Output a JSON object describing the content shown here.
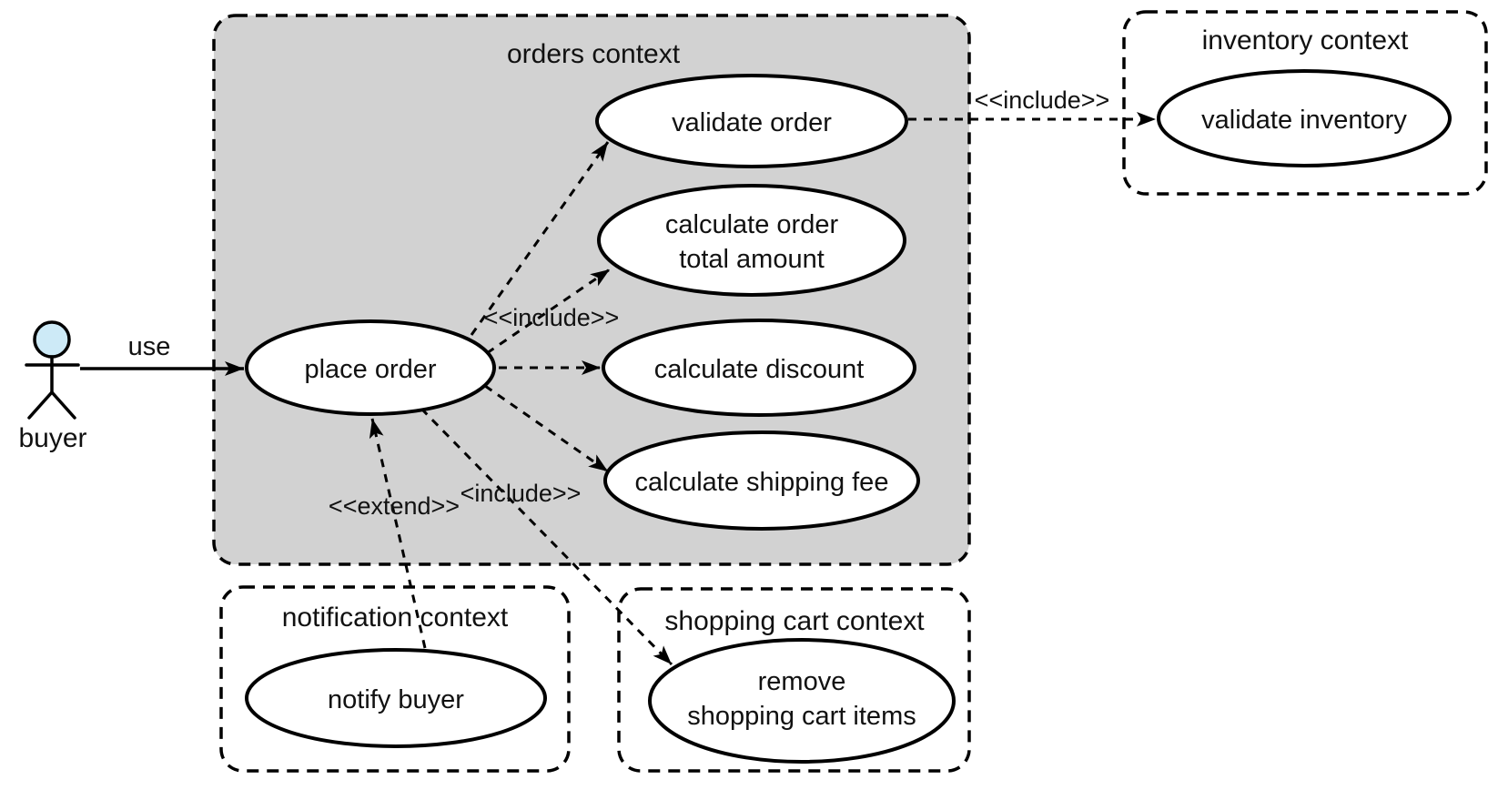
{
  "actor": {
    "label": "buyer"
  },
  "edges": {
    "use_label": "use",
    "include_inventory_label": "<<include>>",
    "include_fan_label": "<<include>>",
    "include_cart_label": "<include>>",
    "extend_label": "<<extend>>"
  },
  "contexts": {
    "orders": {
      "title": "orders context",
      "use_cases": {
        "place_order": "place order",
        "validate_order": "validate order",
        "calculate_order_total_line1": "calculate order",
        "calculate_order_total_line2": "total amount",
        "calculate_discount": "calculate discount",
        "calculate_shipping_fee": "calculate shipping fee"
      }
    },
    "inventory": {
      "title": "inventory context",
      "use_cases": {
        "validate_inventory": "validate inventory"
      }
    },
    "notification": {
      "title": "notification context",
      "use_cases": {
        "notify_buyer": "notify buyer"
      }
    },
    "shopping_cart": {
      "title": "shopping cart context",
      "use_cases": {
        "remove_line1": "remove",
        "remove_line2": "shopping cart items"
      }
    }
  },
  "colors": {
    "context_fill": "#d2d2d2",
    "plain_fill": "#ffffff",
    "actor_head_fill": "#cdeaf7",
    "stroke": "#000000"
  }
}
